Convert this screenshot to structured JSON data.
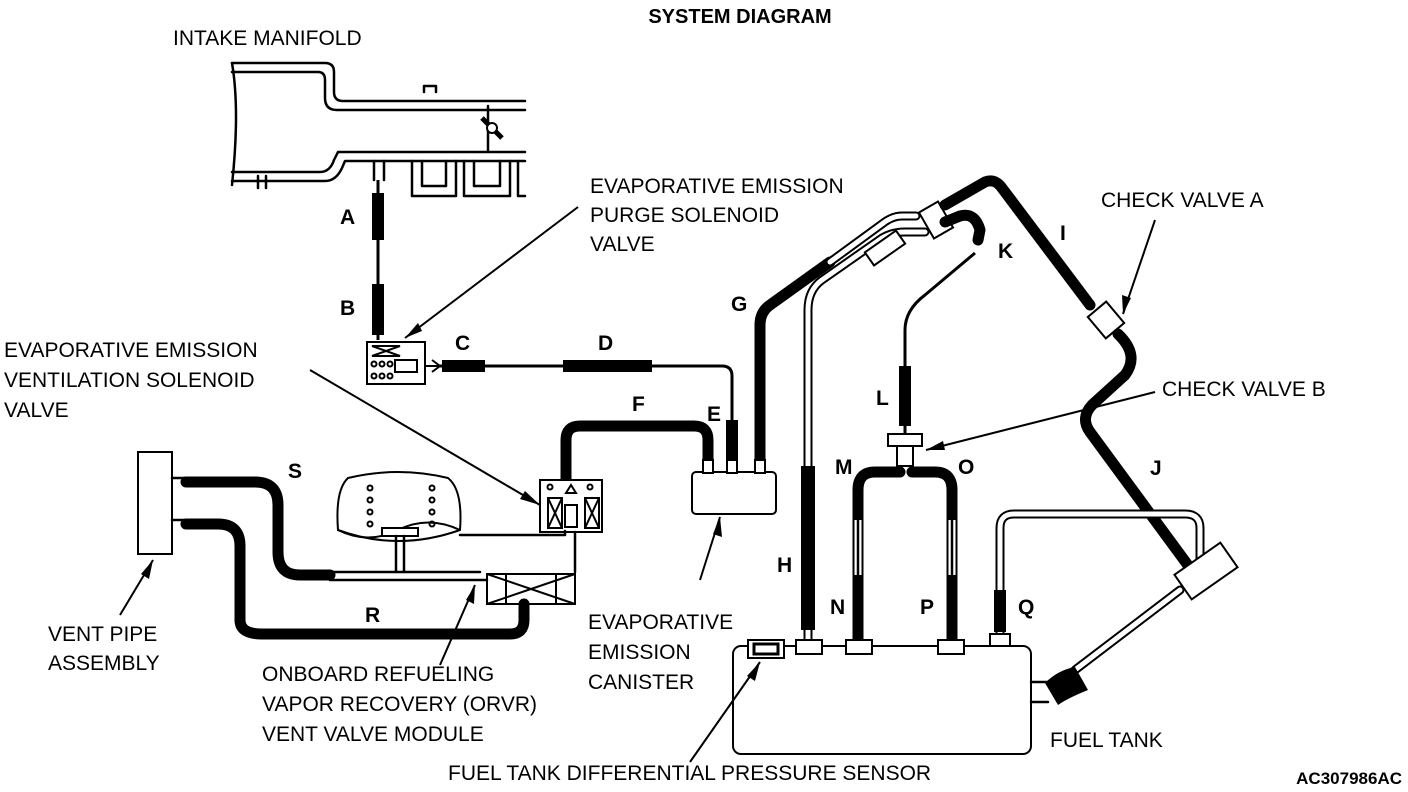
{
  "title": "SYSTEM DIAGRAM",
  "code": "AC307986AC",
  "labels": {
    "intake_manifold": "INTAKE MANIFOLD",
    "purge_solenoid": [
      "EVAPORATIVE EMISSION",
      "PURGE SOLENOID",
      "VALVE"
    ],
    "ventilation_solenoid": [
      "EVAPORATIVE EMISSION",
      "VENTILATION SOLENOID",
      "VALVE"
    ],
    "vent_pipe": [
      "VENT PIPE",
      "ASSEMBLY"
    ],
    "orvr": [
      "ONBOARD REFUELING",
      "VAPOR RECOVERY (ORVR)",
      "VENT VALVE MODULE"
    ],
    "canister": [
      "EVAPORATIVE",
      "EMISSION",
      "CANISTER"
    ],
    "check_valve_a": "CHECK VALVE A",
    "check_valve_b": "CHECK VALVE B",
    "fuel_tank": "FUEL TANK",
    "pressure_sensor": "FUEL TANK DIFFERENTIAL PRESSURE SENSOR"
  },
  "hose_letters": [
    "A",
    "B",
    "C",
    "D",
    "E",
    "F",
    "G",
    "H",
    "I",
    "J",
    "K",
    "L",
    "M",
    "N",
    "O",
    "P",
    "Q",
    "R",
    "S"
  ]
}
